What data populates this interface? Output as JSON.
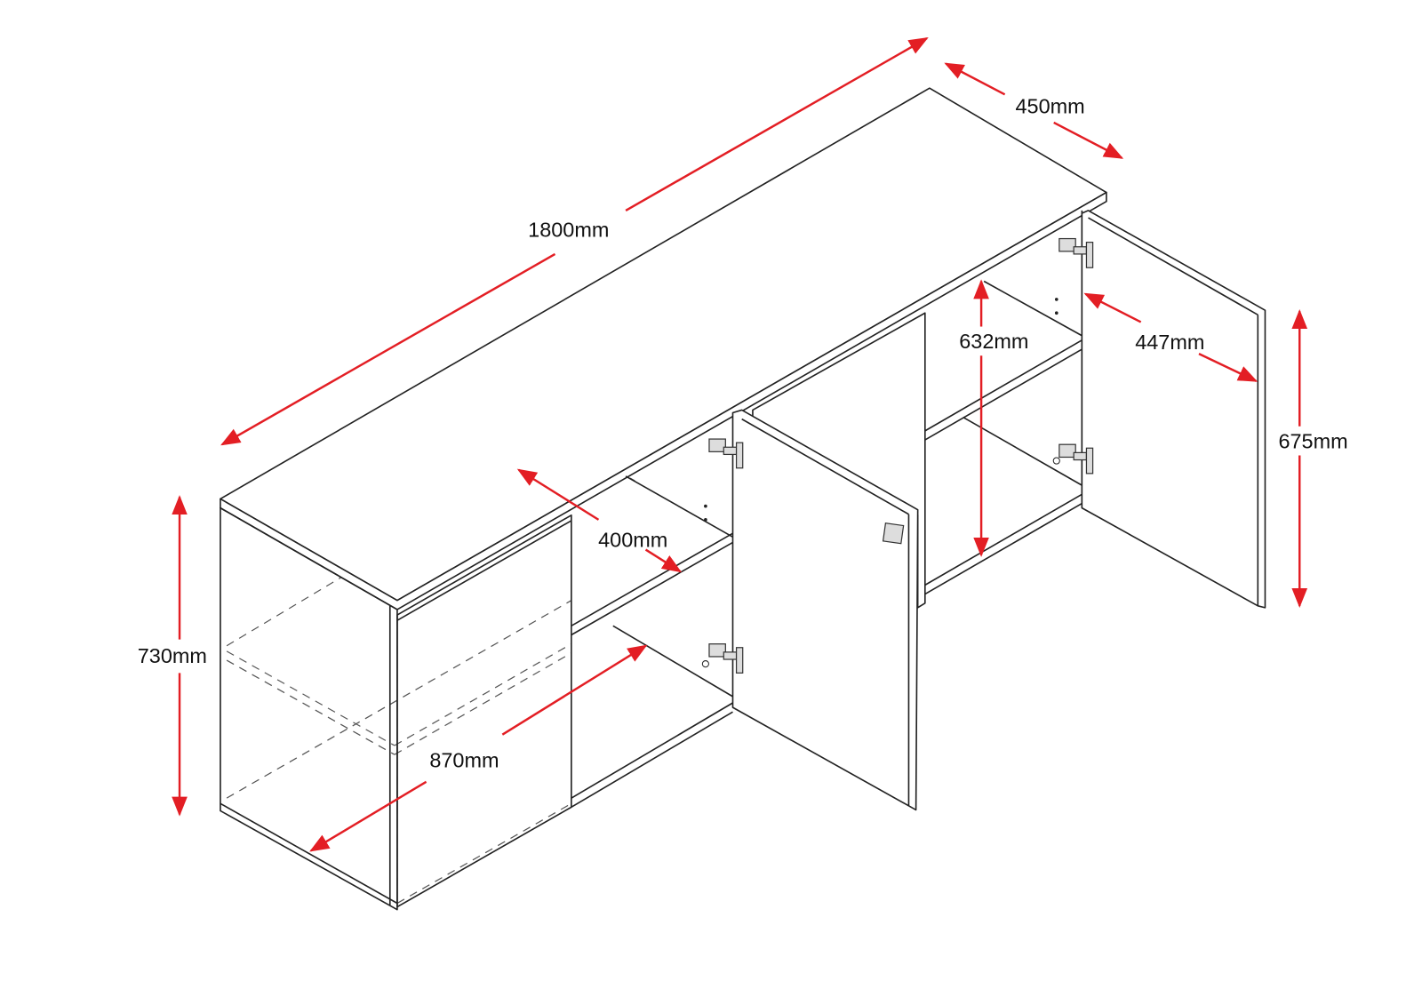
{
  "title": "Sideboard dimensions drawing",
  "colors": {
    "dimension": "#e31e24",
    "outline": "#222222"
  },
  "dimensions": {
    "total_width": "1800mm",
    "total_depth": "450mm",
    "door_width": "447mm",
    "door_height": "675mm",
    "inner_height": "632mm",
    "shelf_depth": "400mm",
    "inner_width": "870mm",
    "total_height": "730mm"
  }
}
